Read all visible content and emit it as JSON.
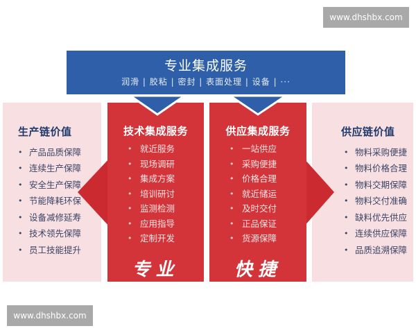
{
  "watermarks": {
    "top": "www.dhshbx.com",
    "bottom": "www.dhshbx.com"
  },
  "banner": {
    "title": "专业集成服务",
    "subtitle": "润滑 | 胶粘 | 密封 | 表面处理 | 设备 | ···"
  },
  "left_value": {
    "title": "生产链价值",
    "items": [
      "产品品质保障",
      "连续生产保障",
      "安全生产保障",
      "节能降耗环保",
      "设备减修延寿",
      "技术领先保障",
      "员工技能提升"
    ]
  },
  "tech_service": {
    "title": "技术集成服务",
    "items": [
      "就近服务",
      "现场调研",
      "集成方案",
      "培训研讨",
      "监测检测",
      "应用指导",
      "定制开发"
    ],
    "slogan": "专业"
  },
  "supply_service": {
    "title": "供应集成服务",
    "items": [
      "一站供应",
      "采购便捷",
      "价格合理",
      "就近储运",
      "及时交付",
      "正品保证",
      "货源保障"
    ],
    "slogan": "快捷"
  },
  "right_value": {
    "title": "供应链价值",
    "items": [
      "物料采购便捷",
      "物料价格合理",
      "物料交期保障",
      "物料交付准确",
      "缺料优先供应",
      "连续供应保障",
      "品质追溯保障"
    ]
  },
  "bullet": "•",
  "colors": {
    "banner_blue": "#2e5fa8",
    "service_red": "#d2343a",
    "value_pink": "#f8dfe1",
    "value_title_navy": "#1f3a6b",
    "watermark_gray": "#a9a9a9"
  }
}
